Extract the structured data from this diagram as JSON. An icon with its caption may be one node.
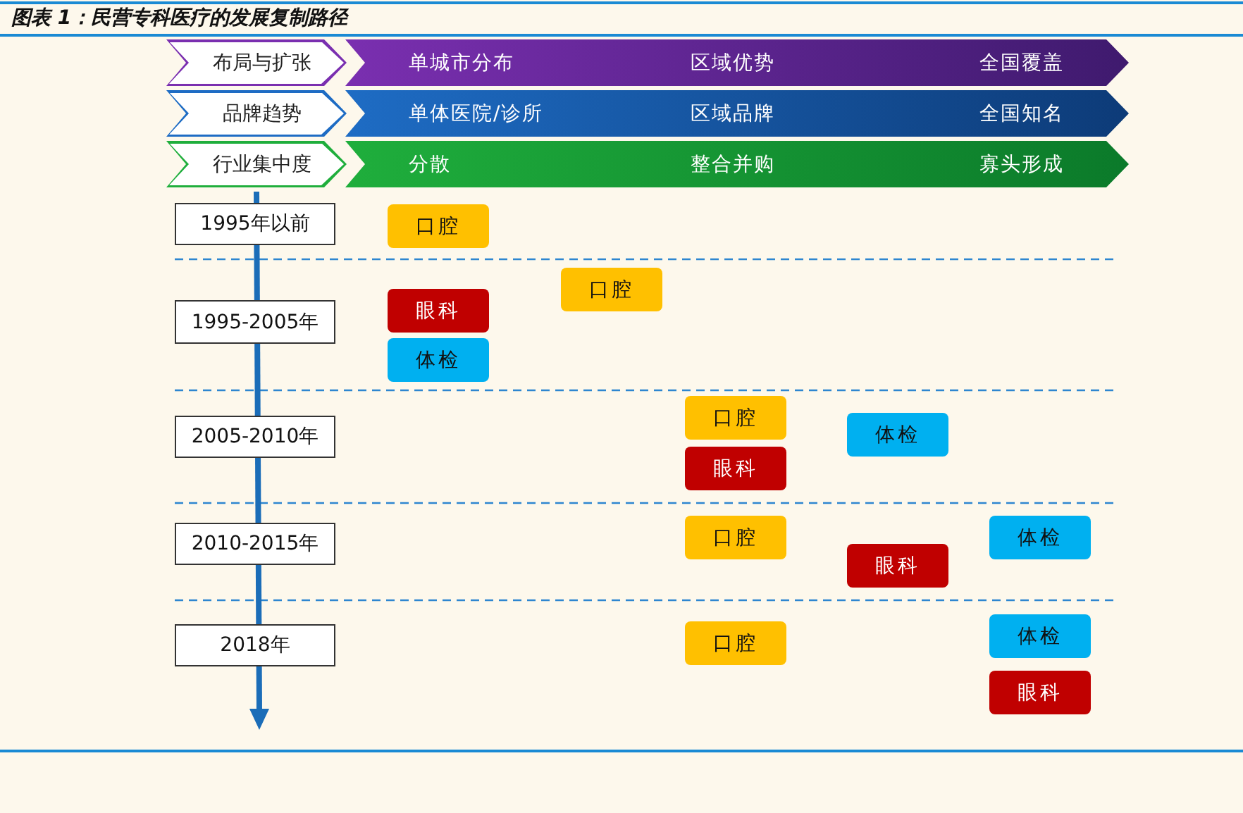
{
  "diagram": {
    "title": "图表 1：民营专科医疗的发展复制路径",
    "nodes": [
      {
        "text": [
          "布局与扩张"
        ]
      },
      {
        "text": [
          "单城市分布",
          "区域优势",
          "全国覆盖"
        ]
      },
      {
        "text": [
          "品牌趋势"
        ]
      },
      {
        "text": [
          "单体医院/诊所",
          "区域品牌",
          "全国知名"
        ]
      },
      {
        "text": [
          "行业集中度"
        ]
      },
      {
        "text": [
          "分散",
          "整合并购",
          "寡头形成"
        ]
      },
      {
        "text": [
          "1995年以前"
        ]
      },
      {
        "text": [
          "口腔"
        ]
      },
      {
        "text": [
          "口腔"
        ]
      },
      {
        "text": [
          "眼科"
        ]
      },
      {
        "text": [
          "1995-2005年"
        ]
      },
      {
        "text": [
          "体检"
        ]
      },
      {
        "text": [
          "口腔"
        ]
      },
      {
        "text": [
          "体检"
        ]
      },
      {
        "text": [
          "2005-2010年"
        ]
      },
      {
        "text": [
          "眼科"
        ]
      },
      {
        "text": [
          "口腔"
        ]
      },
      {
        "text": [
          "体检"
        ]
      },
      {
        "text": [
          "2010-2015年"
        ]
      },
      {
        "text": [
          "眼科"
        ]
      },
      {
        "text": [
          "体检"
        ]
      },
      {
        "text": [
          "2018年"
        ]
      },
      {
        "text": [
          "口腔"
        ]
      },
      {
        "text": [
          "眼科"
        ]
      }
    ]
  }
}
